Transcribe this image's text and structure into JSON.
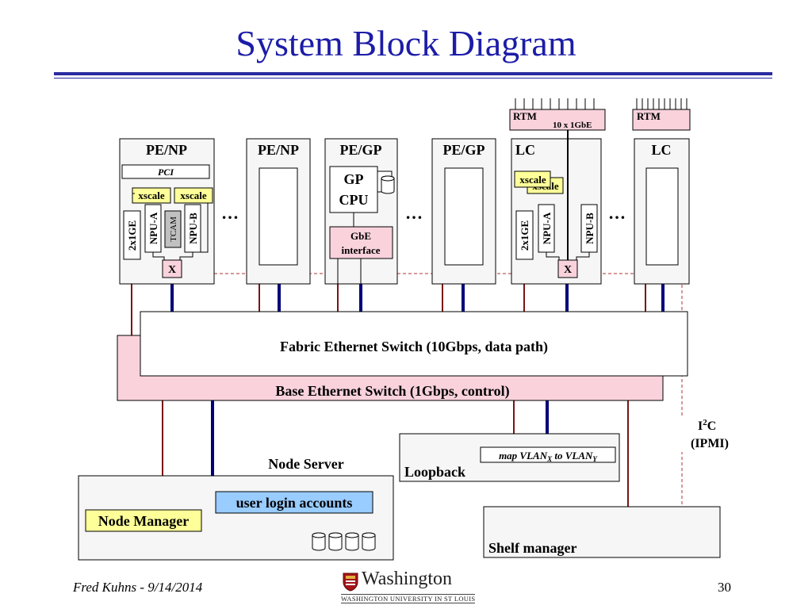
{
  "title": "System Block Diagram",
  "colors": {
    "title": "#1c1ca8",
    "pink": "#f9d2dc",
    "yellow": "#ffff99",
    "blue_link": "#00007a",
    "dark_red_link": "#7a1414",
    "light_blue": "#99ccff"
  },
  "rtm": [
    {
      "label": "RTM",
      "sublabel": "10 x 1GbE"
    },
    {
      "label": "RTM"
    }
  ],
  "cards": [
    {
      "title": "PE/NP",
      "pci": "PCI",
      "xscale": [
        "xscale",
        "xscale"
      ],
      "npu": [
        "NPU-A",
        "NPU-B"
      ],
      "tcam": "TCAM",
      "port": "2x1GE",
      "crossbar": "X"
    },
    {
      "title": "PE/NP"
    },
    {
      "title": "PE/GP",
      "cpu": [
        "GP",
        "CPU"
      ],
      "gbe": [
        "GbE",
        "interface"
      ]
    },
    {
      "title": "PE/GP"
    },
    {
      "title": "LC",
      "xscale": [
        "xscale",
        "xscale"
      ],
      "npu": [
        "NPU-A",
        "NPU-B"
      ],
      "port": "2x1GE",
      "crossbar": "X"
    },
    {
      "title": "LC"
    }
  ],
  "ellipsis": "…",
  "fabric_switch": "Fabric Ethernet Switch (10Gbps, data path)",
  "base_switch": "Base Ethernet Switch (1Gbps, control)",
  "i2c": {
    "line1": "I",
    "sup": "2",
    "line1_rest": "C",
    "line2": "(IPMI)"
  },
  "loopback": {
    "label": "Loopback",
    "vlan_prefix": "map VLAN",
    "vlan_x": "X",
    "vlan_mid": " to VLAN",
    "vlan_y": "Y"
  },
  "node_server": {
    "label": "Node Server",
    "accounts": "user login accounts",
    "manager": "Node Manager"
  },
  "shelf_manager": "Shelf manager",
  "footer": {
    "author_date": "Fred Kuhns - 9/14/2014",
    "page": "30",
    "logo_name": "Washington",
    "logo_sub": "WASHINGTON UNIVERSITY IN ST LOUIS"
  }
}
